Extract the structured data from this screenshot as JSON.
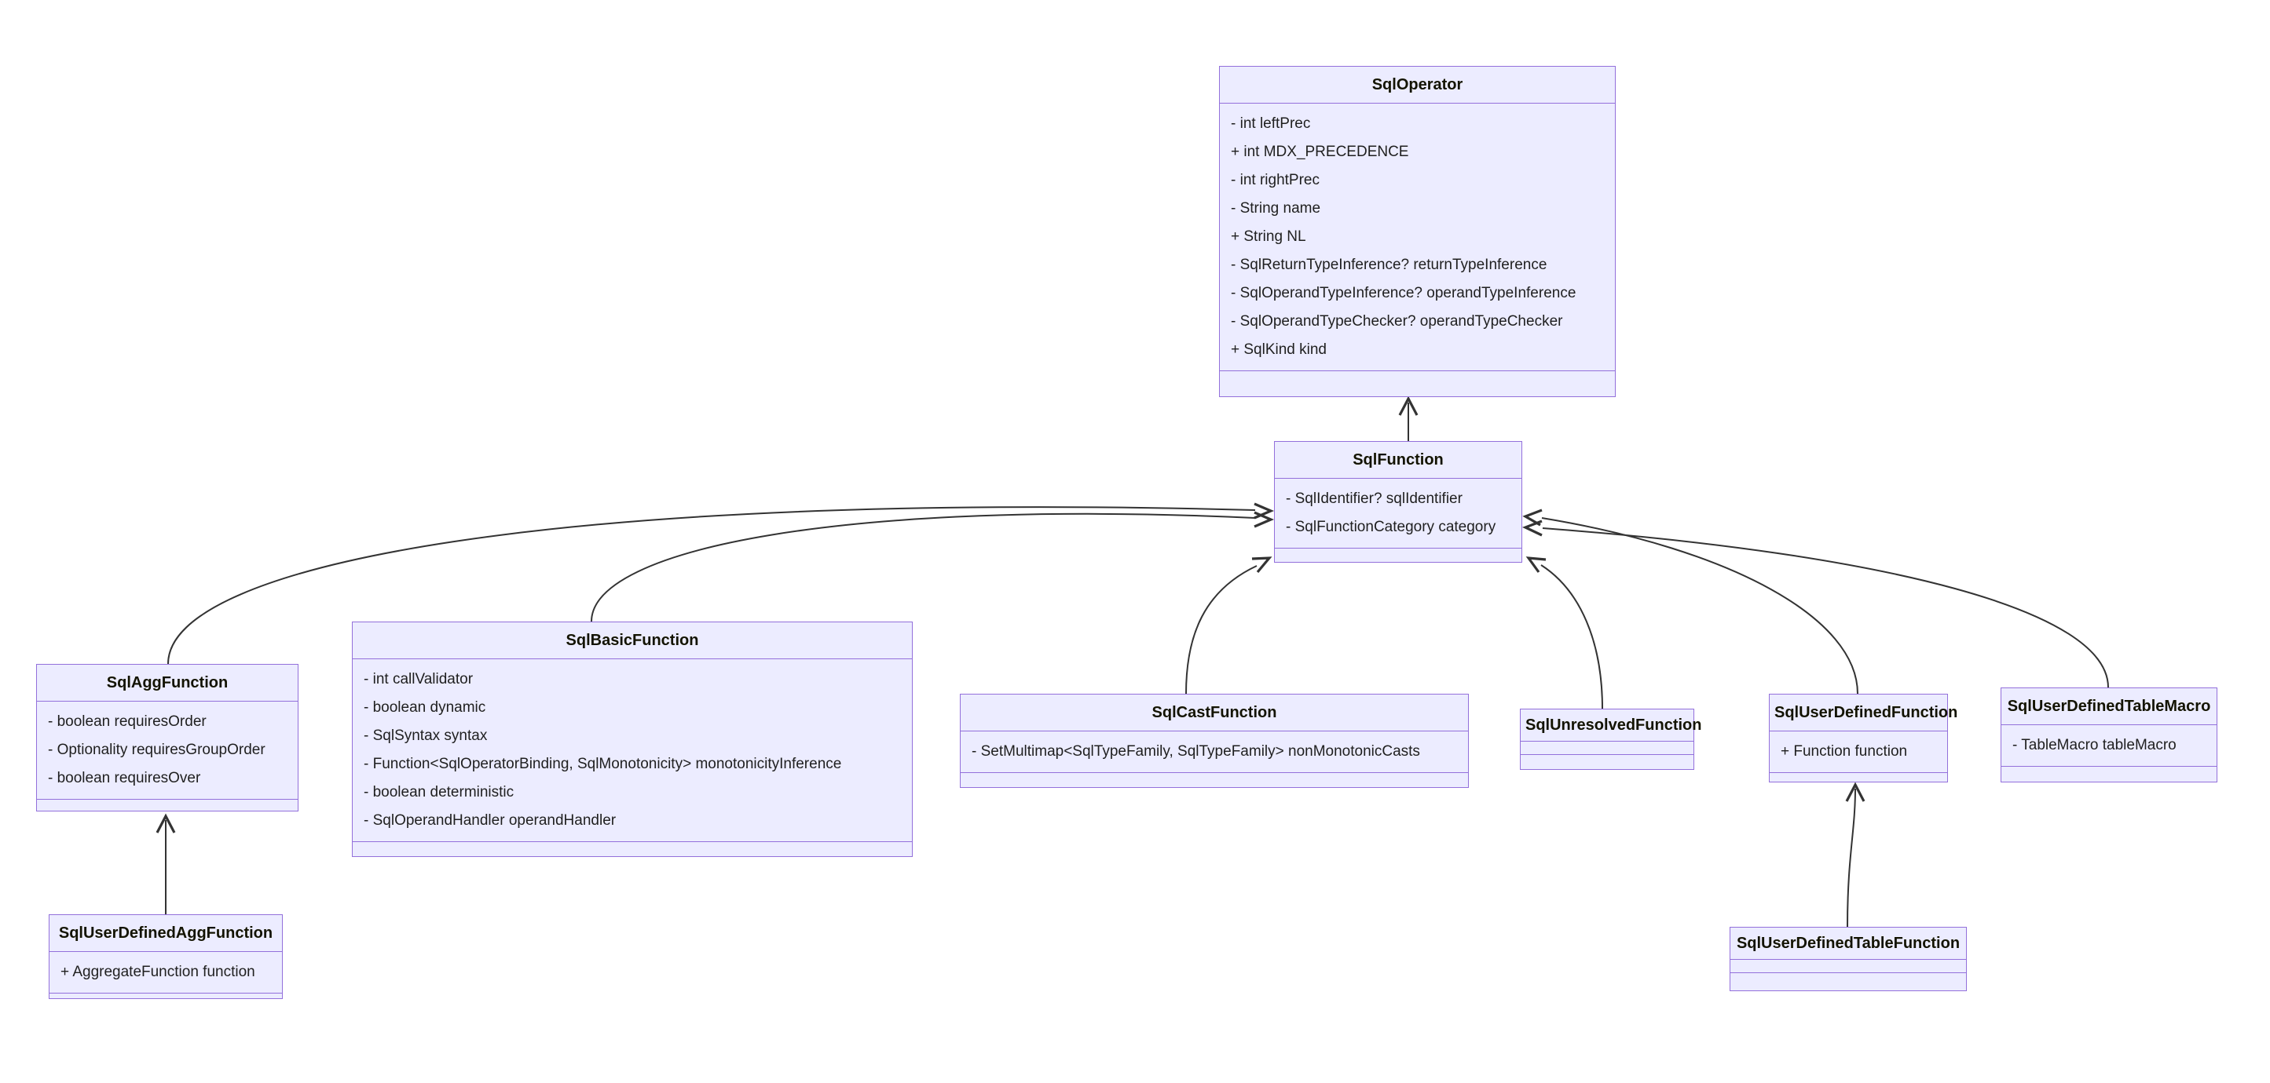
{
  "diagram": {
    "type": "uml-class-diagram",
    "background": "#FFFFFF"
  },
  "colors": {
    "box_fill": "#ECECFF",
    "box_border": "#9370DB",
    "edge": "#333333",
    "text": "#131300"
  },
  "classes": [
    {
      "name": "SqlOperator",
      "attributes": [
        "- int leftPrec",
        "+ int MDX_PRECEDENCE",
        "- int rightPrec",
        "- String name",
        "+ String NL",
        "- SqlReturnTypeInference? returnTypeInference",
        "- SqlOperandTypeInference? operandTypeInference",
        "- SqlOperandTypeChecker? operandTypeChecker",
        "+ SqlKind kind"
      ]
    },
    {
      "name": "SqlFunction",
      "attributes": [
        "- SqlIdentifier? sqlIdentifier",
        "- SqlFunctionCategory category"
      ]
    },
    {
      "name": "SqlAggFunction",
      "attributes": [
        "- boolean requiresOrder",
        "- Optionality requiresGroupOrder",
        "- boolean requiresOver"
      ]
    },
    {
      "name": "SqlBasicFunction",
      "attributes": [
        "- int callValidator",
        "- boolean dynamic",
        "- SqlSyntax syntax",
        "- Function<SqlOperatorBinding, SqlMonotonicity> monotonicityInference",
        "- boolean deterministic",
        "- SqlOperandHandler operandHandler"
      ]
    },
    {
      "name": "SqlCastFunction",
      "attributes": [
        "- SetMultimap<SqlTypeFamily, SqlTypeFamily> nonMonotonicCasts"
      ]
    },
    {
      "name": "SqlUnresolvedFunction",
      "attributes": []
    },
    {
      "name": "SqlUserDefinedFunction",
      "attributes": [
        "+ Function function"
      ]
    },
    {
      "name": "SqlUserDefinedTableMacro",
      "attributes": [
        "- TableMacro tableMacro"
      ]
    },
    {
      "name": "SqlUserDefinedAggFunction",
      "attributes": [
        "+ AggregateFunction function"
      ]
    },
    {
      "name": "SqlUserDefinedTableFunction",
      "attributes": []
    }
  ],
  "relationships": [
    {
      "child": "SqlFunction",
      "parent": "SqlOperator",
      "type": "inheritance"
    },
    {
      "child": "SqlAggFunction",
      "parent": "SqlFunction",
      "type": "inheritance"
    },
    {
      "child": "SqlBasicFunction",
      "parent": "SqlFunction",
      "type": "inheritance"
    },
    {
      "child": "SqlCastFunction",
      "parent": "SqlFunction",
      "type": "inheritance"
    },
    {
      "child": "SqlUnresolvedFunction",
      "parent": "SqlFunction",
      "type": "inheritance"
    },
    {
      "child": "SqlUserDefinedFunction",
      "parent": "SqlFunction",
      "type": "inheritance"
    },
    {
      "child": "SqlUserDefinedTableMacro",
      "parent": "SqlFunction",
      "type": "inheritance"
    },
    {
      "child": "SqlUserDefinedAggFunction",
      "parent": "SqlAggFunction",
      "type": "inheritance"
    },
    {
      "child": "SqlUserDefinedTableFunction",
      "parent": "SqlUserDefinedFunction",
      "type": "inheritance"
    }
  ]
}
